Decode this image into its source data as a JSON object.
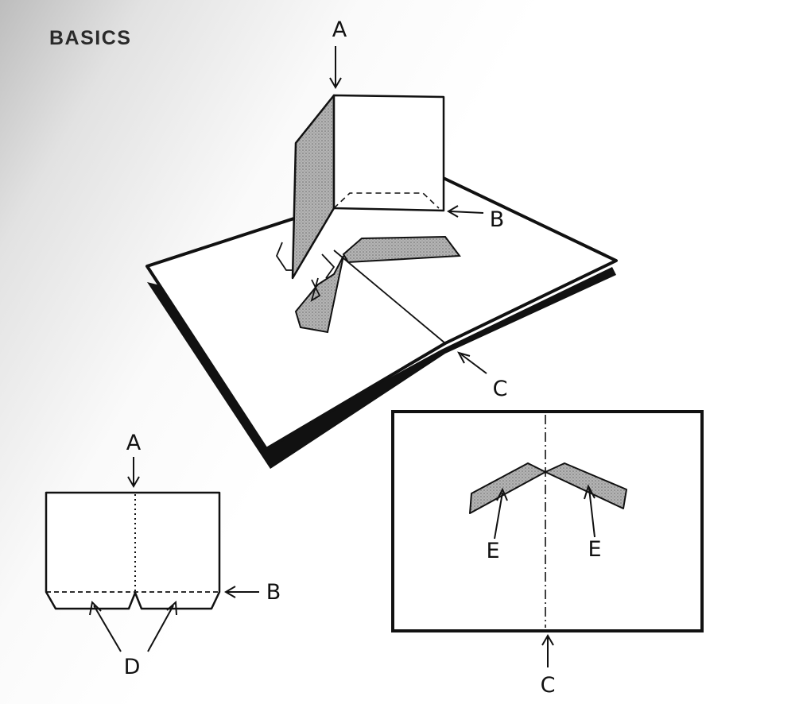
{
  "header": {
    "title": "BASICS"
  },
  "labels": {
    "pop_up_view": {
      "a": "A",
      "b": "B",
      "c": "C"
    },
    "piece_flat": {
      "a": "A",
      "b": "B",
      "d": "D"
    },
    "base_card": {
      "e_left": "E",
      "e_right": "E",
      "c": "C"
    }
  },
  "colors": {
    "line": "#111111",
    "tint": "#a9a9a9",
    "paper": "#ffffff"
  }
}
